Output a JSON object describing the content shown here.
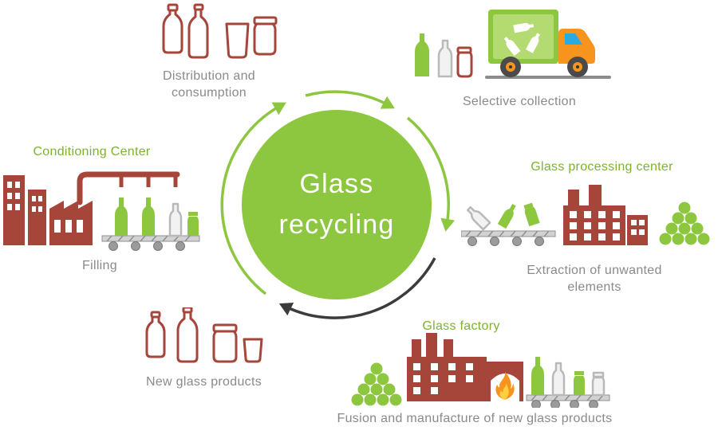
{
  "title": "Glass recycling",
  "center": {
    "line1": "Glass",
    "line2": "recycling"
  },
  "labels": {
    "distribution": "Distribution and consumption",
    "selective": "Selective collection",
    "conditioning": "Conditioning Center",
    "processing": "Glass processing center",
    "filling": "Filling",
    "extraction": "Extraction of unwanted elements",
    "factory": "Glass factory",
    "new_products": "New glass products",
    "fusion": "Fusion and manufacture of new glass products"
  },
  "colors": {
    "green": "#8dc63f",
    "green-text": "#7cb32e",
    "red": "#a6453a",
    "gray-text": "#8a8a8d",
    "dark": "#3f3f3f",
    "orange": "#f7941e",
    "blue": "#29abe2"
  },
  "icons": {
    "distribution": "red-glass-containers-icon",
    "selective": "bottles-and-recycling-truck-icon",
    "conditioning": "factory-with-filling-line-icon",
    "processing": "sorting-conveyor-factory-cullet-icon",
    "factory": "furnace-flame-and-new-bottles-icon",
    "new_products": "red-new-glass-containers-icon"
  }
}
